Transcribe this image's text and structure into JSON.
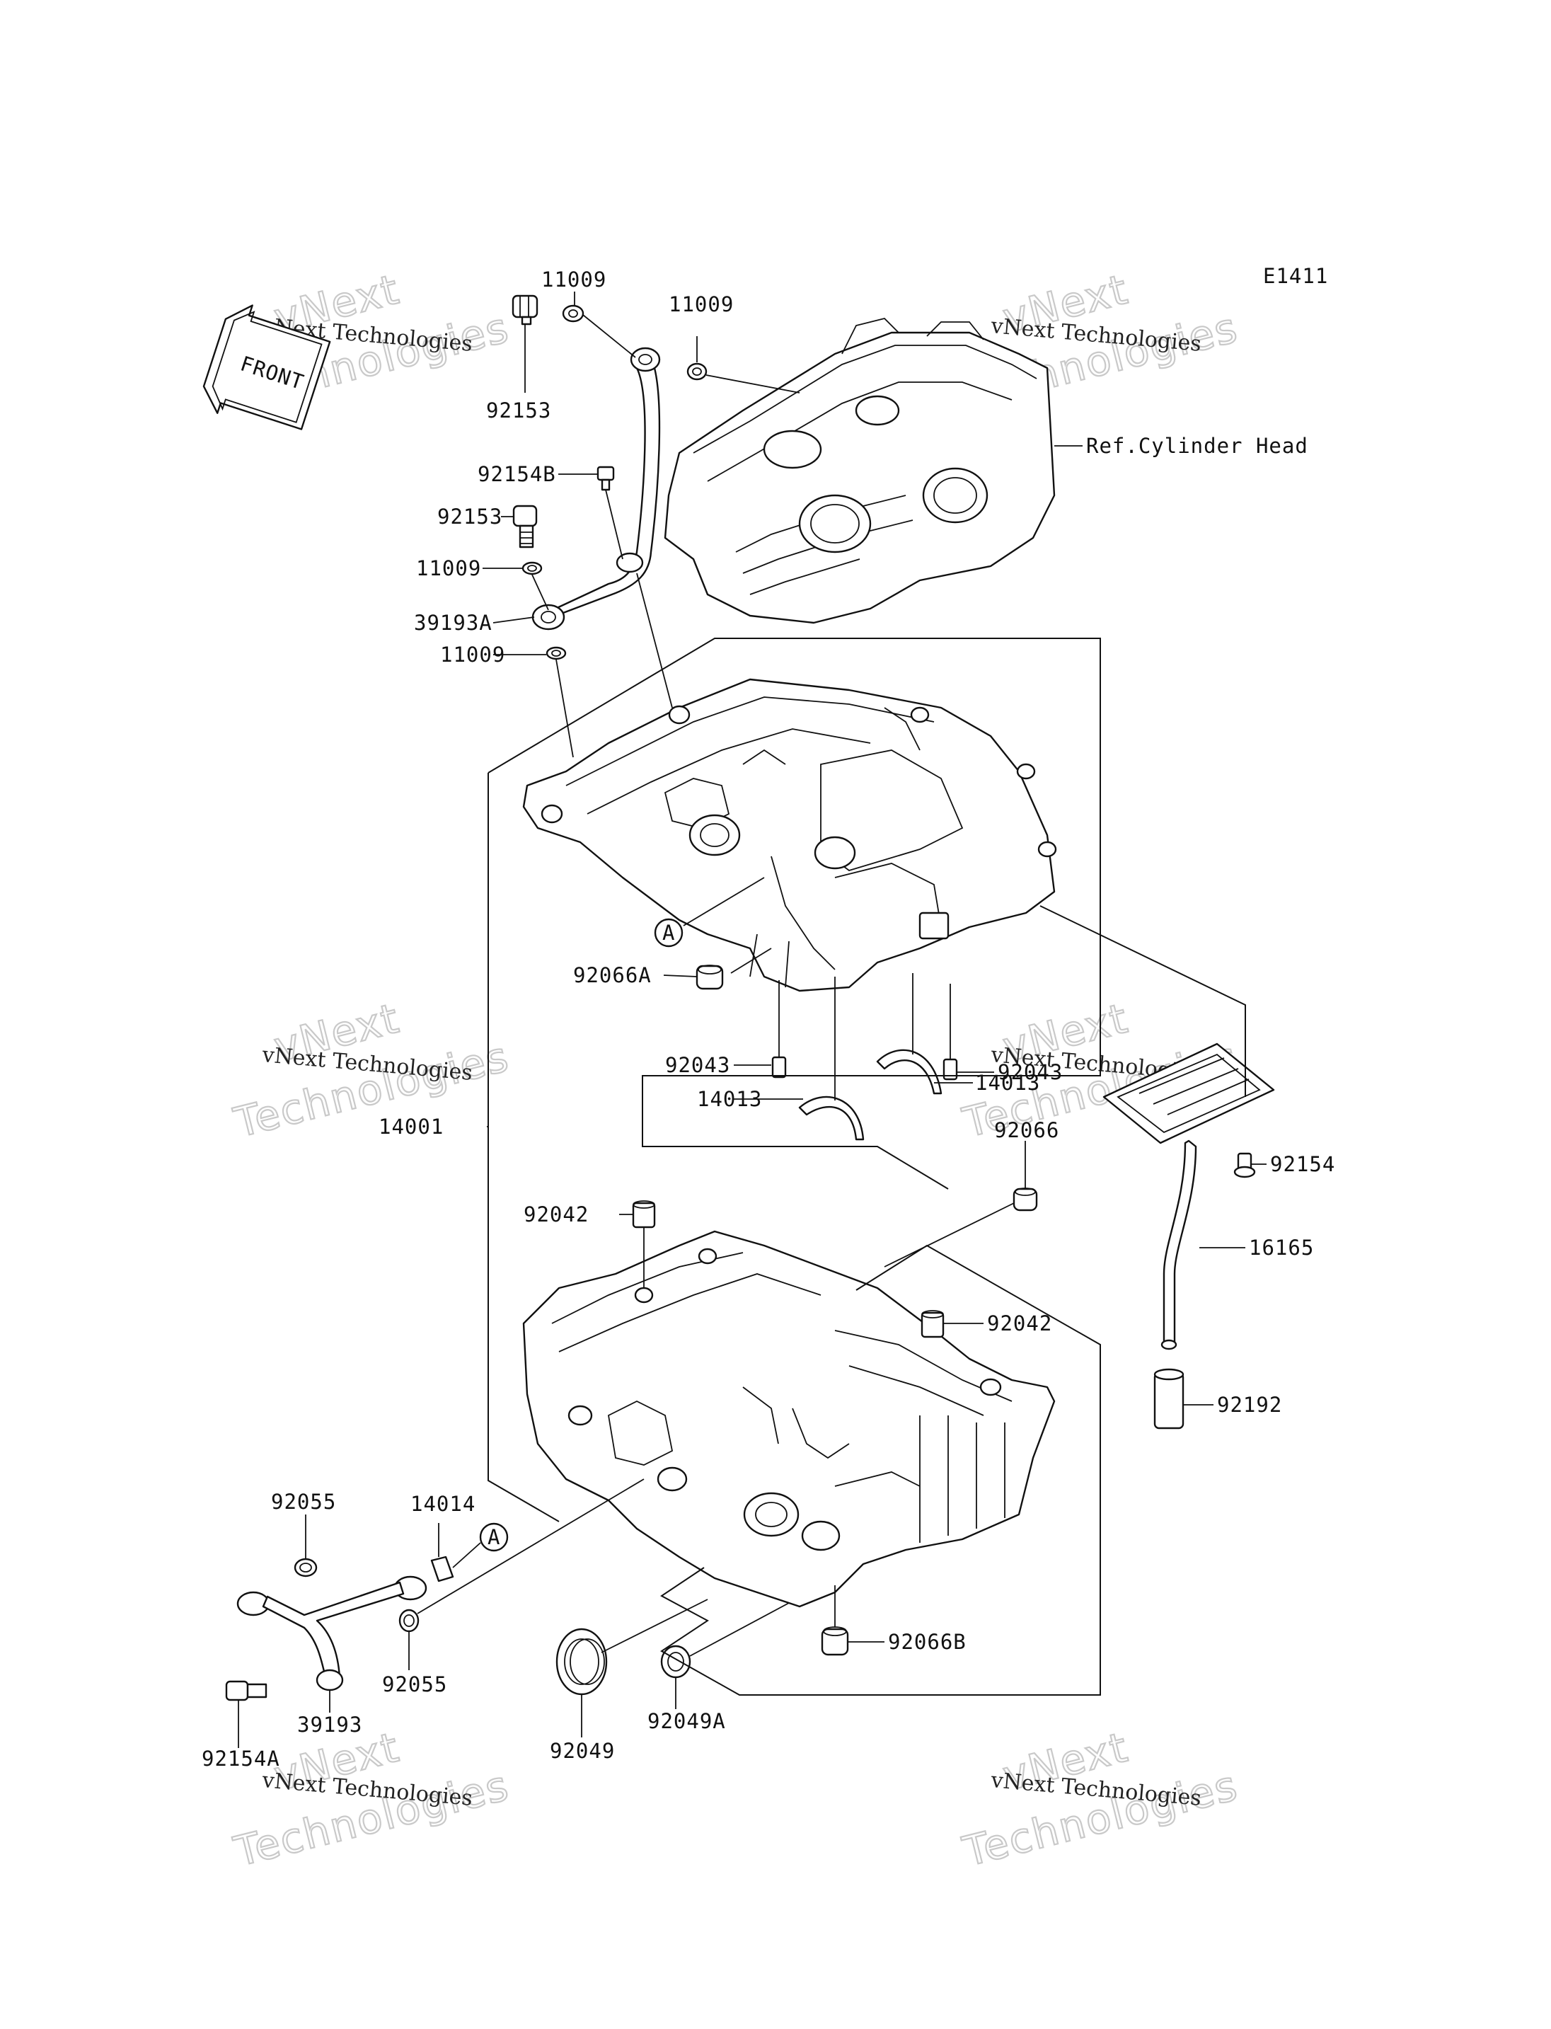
{
  "diagram_code": "E1411",
  "watermark": {
    "line1": "vNext",
    "line2": "Technologies",
    "caption": "vNext Technologies"
  },
  "front_arrow": {
    "text": "FRONT",
    "icon": "front-arrow-icon"
  },
  "reference_label": "Ref.Cylinder Head",
  "callout_circle_label": "A",
  "parts": [
    {
      "id": "11009_top_a",
      "number": "11009"
    },
    {
      "id": "11009_top_b",
      "number": "11009"
    },
    {
      "id": "92153_top",
      "number": "92153"
    },
    {
      "id": "92154B",
      "number": "92154B"
    },
    {
      "id": "92153_mid",
      "number": "92153"
    },
    {
      "id": "11009_mid_a",
      "number": "11009"
    },
    {
      "id": "39193A",
      "number": "39193A"
    },
    {
      "id": "11009_mid_b",
      "number": "11009"
    },
    {
      "id": "92066A",
      "number": "92066A"
    },
    {
      "id": "92043_right",
      "number": "92043"
    },
    {
      "id": "92043_left",
      "number": "92043"
    },
    {
      "id": "14013_right",
      "number": "14013"
    },
    {
      "id": "14013_left",
      "number": "14013"
    },
    {
      "id": "14001",
      "number": "14001"
    },
    {
      "id": "92066",
      "number": "92066"
    },
    {
      "id": "92154",
      "number": "92154"
    },
    {
      "id": "16165",
      "number": "16165"
    },
    {
      "id": "92042_left",
      "number": "92042"
    },
    {
      "id": "92042_right",
      "number": "92042"
    },
    {
      "id": "92192",
      "number": "92192"
    },
    {
      "id": "92055_top",
      "number": "92055"
    },
    {
      "id": "14014",
      "number": "14014"
    },
    {
      "id": "92055_bottom",
      "number": "92055"
    },
    {
      "id": "39193",
      "number": "39193"
    },
    {
      "id": "92154A",
      "number": "92154A"
    },
    {
      "id": "92049",
      "number": "92049"
    },
    {
      "id": "92049A",
      "number": "92049A"
    },
    {
      "id": "92066B",
      "number": "92066B"
    }
  ]
}
